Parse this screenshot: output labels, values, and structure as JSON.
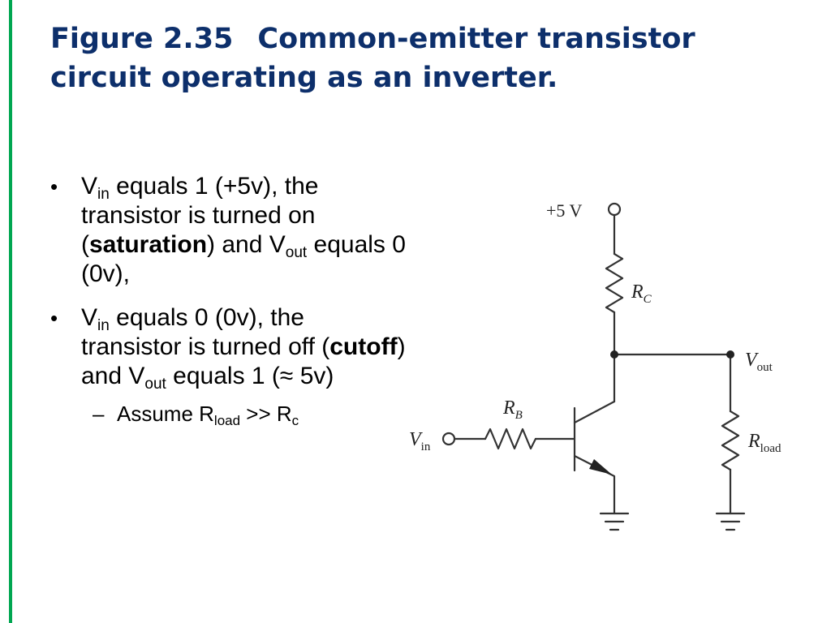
{
  "slide": {
    "title_number": "Figure 2.35",
    "title_text": "Common-emitter transistor circuit operating as an inverter."
  },
  "bullets": [
    {
      "v": "V",
      "v_sub": "in",
      "t1": " equals 1 (+5v), the transistor is turned on (",
      "bold": "saturation",
      "t2": ")  and V",
      "out_sub": "out",
      "t3": " equals 0 (0v),"
    },
    {
      "v": "V",
      "v_sub": "in",
      "t1": " equals 0 (0v), the transistor is turned off (",
      "bold": "cutoff",
      "t2": ")  and V",
      "out_sub": "out",
      "t3": " equals 1 (≈ 5v)"
    }
  ],
  "sub_bullet": {
    "dash": "–",
    "t1": "Assume R",
    "s1": "load",
    "t2": " >> R",
    "s2": "c"
  },
  "circuit": {
    "supply_label": "+5 V",
    "rc_main": "R",
    "rc_sub": "C",
    "rb_main": "R",
    "rb_sub": "B",
    "vout_main": "V",
    "vout_sub": "out",
    "vin_main": "V",
    "vin_sub": "in",
    "rload_main": "R",
    "rload_sub": "load"
  },
  "colors": {
    "accent_rule": "#00a651",
    "title": "#0d2f6b"
  }
}
